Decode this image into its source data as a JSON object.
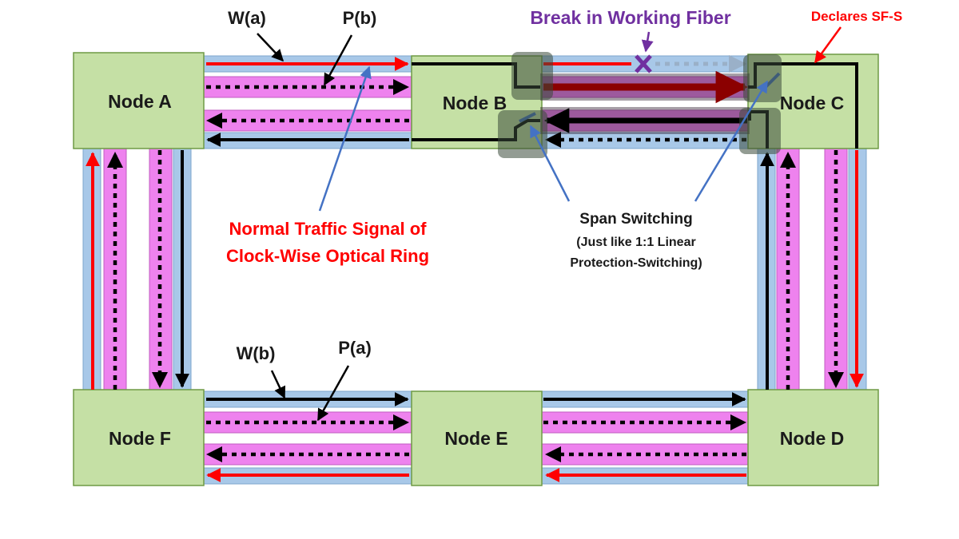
{
  "nodes": {
    "a": "Node A",
    "b": "Node B",
    "c": "Node C",
    "d": "Node D",
    "e": "Node E",
    "f": "Node F"
  },
  "labels": {
    "w_a": "W(a)",
    "p_b": "P(b)",
    "w_b": "W(b)",
    "p_a": "P(a)",
    "break": "Break in Working Fiber",
    "declares": "Declares SF-S",
    "normal_line1": "Normal Traffic Signal of",
    "normal_line2": "Clock-Wise Optical Ring",
    "span_title": "Span Switching",
    "span_line2": "(Just like 1:1 Linear",
    "span_line3": "Protection-Switching)"
  },
  "colors": {
    "node_fill": "#c5e0a5",
    "node_stroke": "#6f9a45",
    "fiber_blue": "#a8c8e8",
    "fiber_pink": "#ee82ee",
    "signal_red": "#ff0000",
    "signal_black": "#000000",
    "break_purple": "#7030a0",
    "switch_box": "#3a4a3a",
    "pointer_blue": "#4472c4"
  },
  "icons": {
    "break_mark": "x-cross-icon"
  }
}
